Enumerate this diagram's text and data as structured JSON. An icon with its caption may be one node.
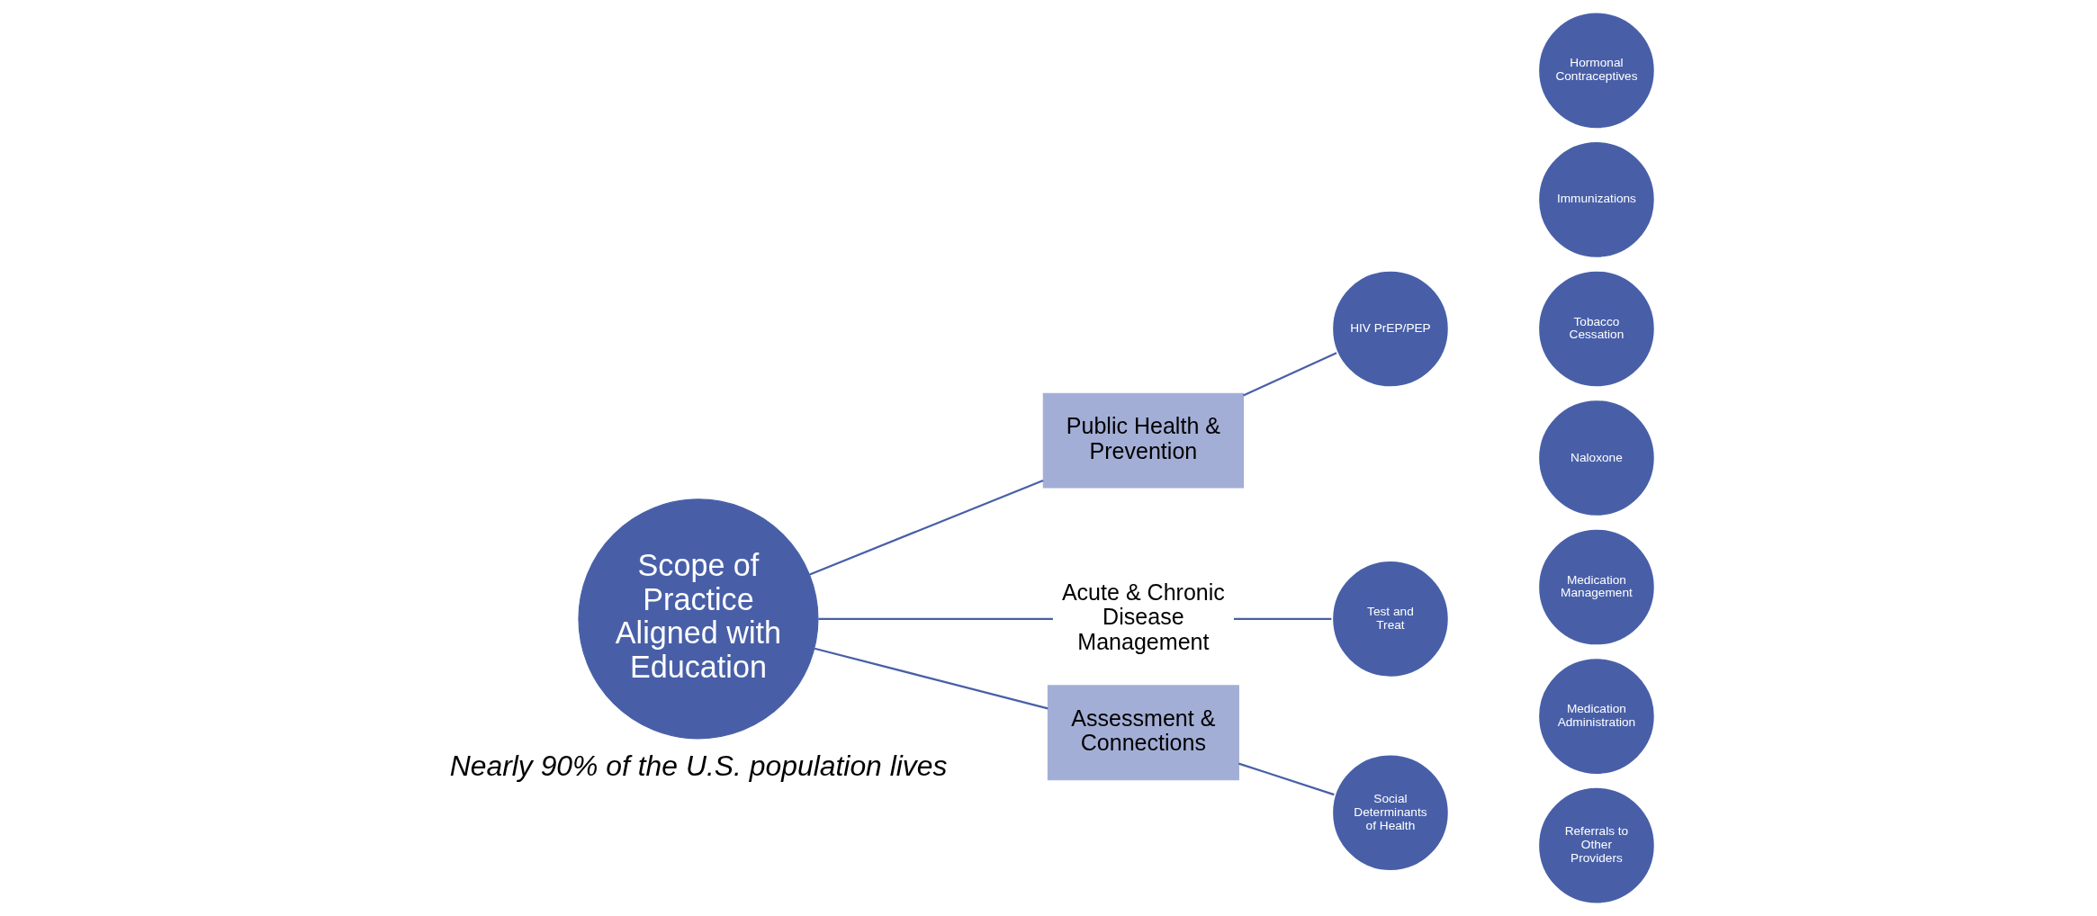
{
  "diagram": {
    "nodes": [
      {
        "text": [
          "Scope of Practice Aligned with Education"
        ]
      },
      {
        "text": [
          "Public Health & Prevention"
        ]
      },
      {
        "text": [
          "Acute & Chronic Disease Management"
        ]
      },
      {
        "text": [
          "Assessment & Connections"
        ]
      },
      {
        "text": [
          "Hormonal Contraceptives"
        ]
      },
      {
        "text": [
          "Immunizations"
        ]
      },
      {
        "text": [
          "HIV PrEP/PEP"
        ]
      },
      {
        "text": [
          "Tobacco Cessation"
        ]
      },
      {
        "text": [
          "Naloxone"
        ]
      },
      {
        "text": [
          "Medication Management"
        ]
      },
      {
        "text": [
          "Test and Treat"
        ]
      },
      {
        "text": [
          "Medication Administration"
        ]
      },
      {
        "text": [
          "Referrals to Other Providers"
        ]
      },
      {
        "text": [
          "Social Determinants of Health"
        ]
      }
    ],
    "edges": [
      {
        "from": 0,
        "to": 1,
        "arrow": "none"
      },
      {
        "from": 0,
        "to": 2,
        "arrow": "none"
      },
      {
        "from": 0,
        "to": 3,
        "arrow": "none"
      },
      {
        "from": 1,
        "to": 6,
        "arrow": "none"
      },
      {
        "from": 2,
        "to": 10,
        "arrow": "none"
      },
      {
        "from": 3,
        "to": 13,
        "arrow": "none"
      }
    ],
    "labels": [
      "Nearly 90% of the U.S. population lives"
    ]
  }
}
